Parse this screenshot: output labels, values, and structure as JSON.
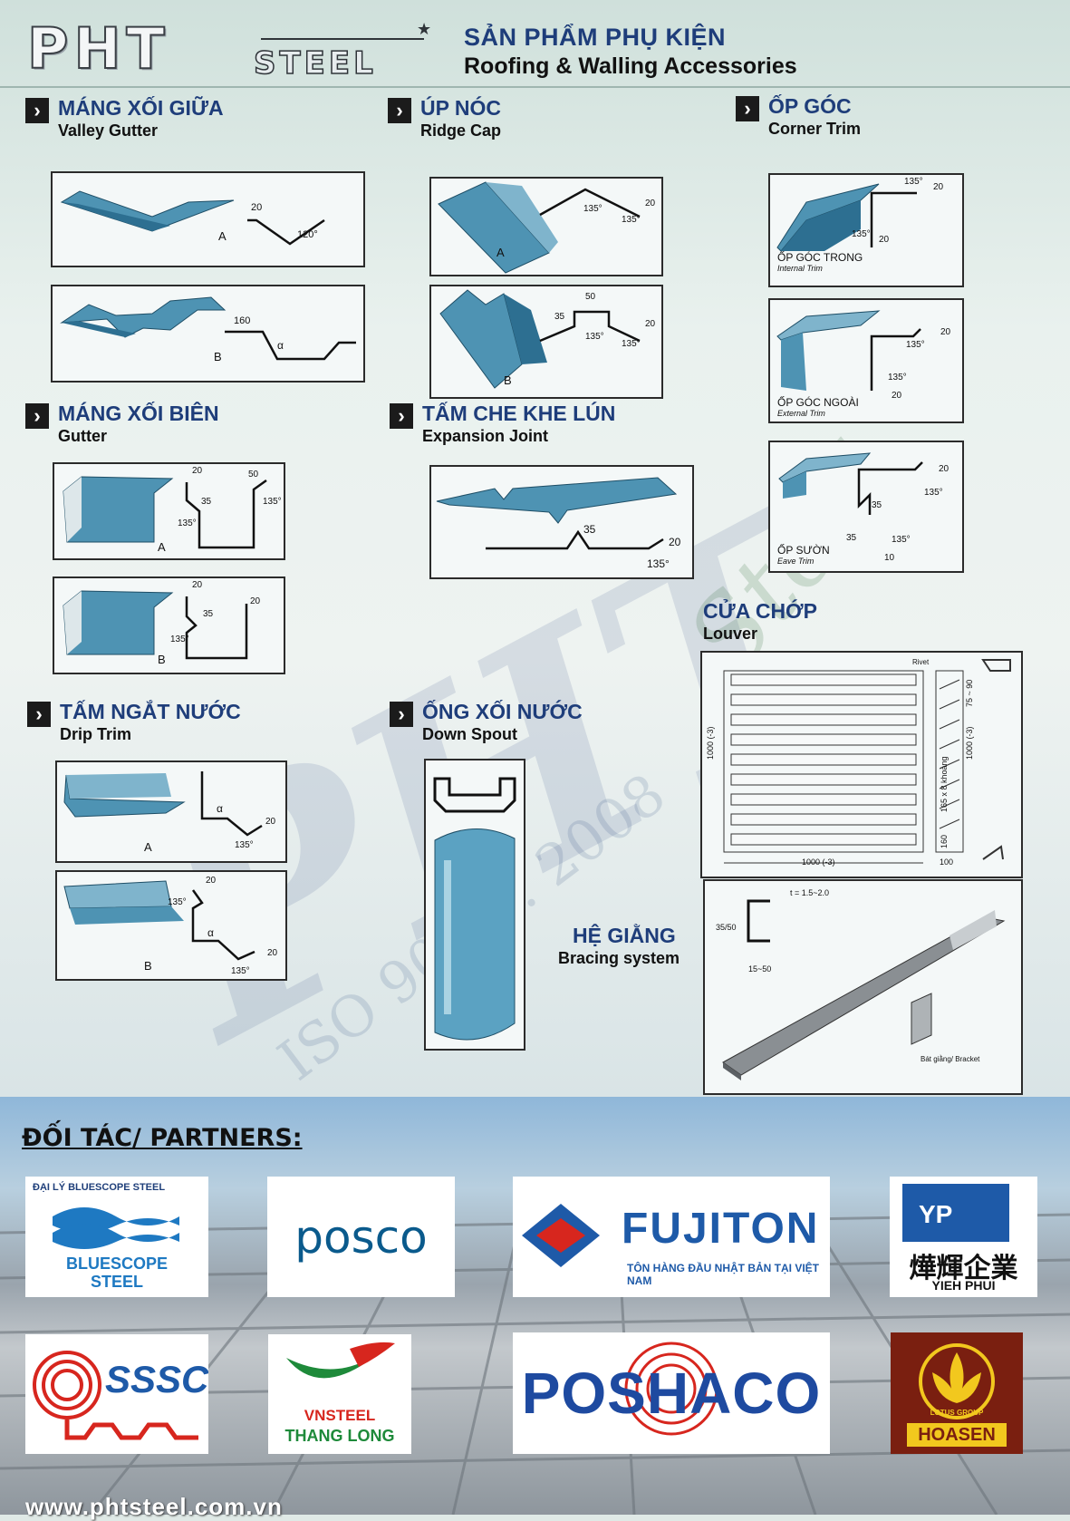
{
  "header": {
    "logo_main": "PHT",
    "logo_sub": "STEEL",
    "title_vn": "SẢN PHẨM PHỤ KIỆN",
    "title_en": "Roofing & Walling Accessories"
  },
  "sections": {
    "valley_gutter": {
      "vn": "MÁNG XỐI GIỮA",
      "en": "Valley Gutter",
      "a": "A",
      "b": "B",
      "dims_a": [
        "20",
        "120°"
      ],
      "dims_b": [
        "160",
        "α"
      ]
    },
    "ridge_cap": {
      "vn": "ÚP NÓC",
      "en": "Ridge Cap",
      "a": "A",
      "b": "B",
      "dims_a": [
        "135°",
        "135°",
        "20"
      ],
      "dims_b": [
        "50",
        "35",
        "135°",
        "135°",
        "20"
      ]
    },
    "corner_trim": {
      "vn": "ỐP GÓC",
      "en": "Corner Trim",
      "internal_vn": "ỐP GÓC TRONG",
      "internal_en": "Internal Trim",
      "external_vn": "ỐP GÓC NGOÀI",
      "external_en": "External Trim",
      "eave_vn": "ỐP SƯỜN",
      "eave_en": "Eave Trim",
      "dims_internal": [
        "135°",
        "20",
        "135°",
        "20"
      ],
      "dims_external": [
        "135°",
        "20",
        "135°",
        "20"
      ],
      "dims_eave": [
        "20",
        "135°",
        "35",
        "35",
        "135°",
        "10"
      ]
    },
    "gutter": {
      "vn": "MÁNG XỐI BIÊN",
      "en": "Gutter",
      "a": "A",
      "b": "B",
      "dims_a": [
        "20",
        "35",
        "135°",
        "50",
        "135°"
      ],
      "dims_b": [
        "20",
        "35",
        "135°",
        "20"
      ]
    },
    "expansion_joint": {
      "vn": "TẤM CHE KHE LÚN",
      "en": "Expansion Joint",
      "dims": [
        "35",
        "20",
        "135°"
      ]
    },
    "louver": {
      "vn": "CỬA CHỚP",
      "en": "Louver",
      "dims": [
        "1000 (-3)",
        "1000 (-3)",
        "1000 (-3)",
        "75 ~ 90",
        "165 x 8 khoảng",
        "160",
        "100",
        "Rivet"
      ]
    },
    "drip_trim": {
      "vn": "TẤM NGẮT NƯỚC",
      "en": "Drip Trim",
      "a": "A",
      "b": "B",
      "dims_a": [
        "α",
        "20",
        "135°"
      ],
      "dims_b": [
        "20",
        "135°",
        "α",
        "20",
        "135°"
      ]
    },
    "down_spout": {
      "vn": "ỐNG XỐI NƯỚC",
      "en": "Down Spout"
    },
    "bracing": {
      "vn": "HỆ GIẰNG",
      "en": "Bracing system",
      "dims": [
        "t = 1.5~2.0",
        "35/50",
        "15~50"
      ],
      "bracket": "Bát giằng/ Bracket"
    }
  },
  "watermark": {
    "iso": "ISO 9001 : 2008",
    "brand": "PHT",
    "script": "Steel"
  },
  "partners": {
    "title": "ĐỐI TÁC/ PARTNERS:",
    "bluescope_top": "ĐẠI LÝ BLUESCOPE STEEL",
    "bluescope_line1": "BLUESCOPE",
    "bluescope_line2": "STEEL",
    "posco": "posco",
    "fujiton": "FUJITON",
    "fujiton_sub": "TÔN HÀNG ĐẦU NHẬT BẢN TẠI VIỆT NAM",
    "yieh_cn": "燁輝企業",
    "yieh_en": "YIEH PHUI",
    "yieh_logo": "YP",
    "sssc": "SSSC",
    "vnsteel_line1": "VNSTEEL",
    "vnsteel_line2": "THANG LONG",
    "poshaco": "POSHACO",
    "lotus": "LOTUS GROUP",
    "hoasen": "HOASEN"
  },
  "footer": {
    "url": "www.phtsteel.com.vn"
  },
  "colors": {
    "navy": "#1e3d7a",
    "steel_blue": "#4e93b3",
    "frame": "#2b2b2b"
  }
}
